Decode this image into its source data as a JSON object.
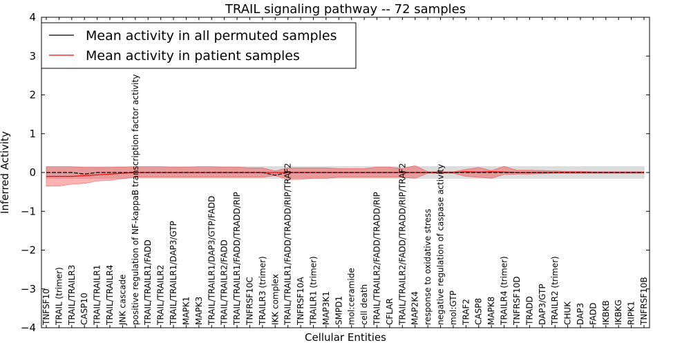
{
  "chart_data": {
    "type": "line",
    "title": "TRAIL signaling pathway -- 72 samples",
    "xlabel": "Cellular Entities",
    "ylabel": "Inferred Activity",
    "ylim": [
      -4,
      4
    ],
    "yticks": [
      "−4",
      "−3",
      "−2",
      "−1",
      "0",
      "1",
      "2",
      "3",
      "4"
    ],
    "ytick_values": [
      -4,
      -3,
      -2,
      -1,
      0,
      1,
      2,
      3,
      4
    ],
    "grid": false,
    "legend_position": "top-left",
    "categories": [
      "TNFSF10",
      "TRAIL (trimer)",
      "TRAIL/TRAILR3",
      "CASP10",
      "TRAIL/TRAILR1",
      "TRAIL/TRAILR4",
      "JNK cascade",
      "positive regulation of NF-kappaB transcription factor activity",
      "TRAIL/TRAILR1/FADD",
      "TRAIL/TRAILR2",
      "TRAIL/TRAILR1/DAP3/GTP",
      "MAPK1",
      "MAPK3",
      "TRAIL/TRAILR1/DAP3/GTP/FADD",
      "TRAIL/TRAILR2/FADD",
      "TRAIL/TRAILR1/FADD/TRADD/RIP",
      "TNFRSF10C",
      "TRAILR3 (trimer)",
      "IKK complex",
      "TRAIL/TRAILR1/FADD/TRADD/RIP/TRAF2",
      "TNFRSF10A",
      "TRAILR1 (trimer)",
      "MAP3K1",
      "SMPD1",
      "mol:ceramide",
      "cell death",
      "TRAIL/TRAILR2/FADD/TRADD/RIP",
      "CFLAR",
      "TRAIL/TRAILR2/FADD/TRADD/RIP/TRAF2",
      "MAP2K4",
      "response to oxidative stress",
      "negative regulation of caspase activity",
      "mol:GTP",
      "TRAF2",
      "CASP8",
      "MAPK8",
      "TRAILR4 (trimer)",
      "TNFRSF10D",
      "TRADD",
      "DAP3/GTP",
      "TRAILR2 (trimer)",
      "CHUK",
      "DAP3",
      "FADD",
      "IKBKB",
      "IKBKG",
      "RIPK1",
      "TNFRSF10B"
    ],
    "series": [
      {
        "name": "Mean activity in all permuted samples",
        "color": "#000000",
        "values": [
          0.0,
          0.0,
          0.0,
          -0.04,
          0.0,
          0.0,
          0.0,
          0.0,
          0.0,
          0.0,
          0.0,
          0.0,
          0.0,
          0.0,
          0.0,
          0.0,
          0.0,
          0.0,
          -0.07,
          0.0,
          0.0,
          0.0,
          0.0,
          0.0,
          0.0,
          0.0,
          0.0,
          0.0,
          0.0,
          0.0,
          0.0,
          0.0,
          0.0,
          0.0,
          0.0,
          0.0,
          0.0,
          0.0,
          0.0,
          0.0,
          0.0,
          0.0,
          0.0,
          0.0,
          0.0,
          0.0,
          0.0,
          0.0
        ],
        "band_upper": [
          0.15,
          0.15,
          0.15,
          0.15,
          0.15,
          0.15,
          0.15,
          0.15,
          0.15,
          0.15,
          0.15,
          0.15,
          0.15,
          0.15,
          0.15,
          0.15,
          0.15,
          0.15,
          0.15,
          0.15,
          0.15,
          0.15,
          0.15,
          0.15,
          0.15,
          0.15,
          0.15,
          0.15,
          0.15,
          0.15,
          0.15,
          0.15,
          0.15,
          0.15,
          0.15,
          0.15,
          0.15,
          0.15,
          0.15,
          0.15,
          0.15,
          0.15,
          0.15,
          0.15,
          0.15,
          0.15,
          0.15,
          0.15
        ],
        "band_lower": [
          -0.15,
          -0.15,
          -0.15,
          -0.15,
          -0.15,
          -0.15,
          -0.15,
          -0.15,
          -0.15,
          -0.15,
          -0.15,
          -0.15,
          -0.15,
          -0.15,
          -0.15,
          -0.15,
          -0.15,
          -0.15,
          -0.15,
          -0.15,
          -0.15,
          -0.15,
          -0.15,
          -0.15,
          -0.15,
          -0.15,
          -0.15,
          -0.15,
          -0.15,
          -0.15,
          -0.15,
          -0.15,
          -0.15,
          -0.15,
          -0.15,
          -0.15,
          -0.15,
          -0.15,
          -0.15,
          -0.15,
          -0.15,
          -0.15,
          -0.15,
          -0.15,
          -0.15,
          -0.15,
          -0.15,
          -0.15
        ],
        "band_color": "#bbbbbb"
      },
      {
        "name": "Mean activity in patient samples",
        "color": "#ff0000",
        "values": [
          -0.1,
          -0.1,
          -0.1,
          -0.08,
          -0.06,
          -0.04,
          -0.02,
          0.0,
          0.0,
          0.0,
          0.0,
          0.0,
          0.0,
          0.0,
          0.0,
          0.0,
          0.0,
          0.0,
          0.0,
          0.0,
          0.0,
          0.0,
          0.0,
          0.0,
          0.0,
          0.0,
          0.0,
          0.0,
          0.0,
          0.0,
          0.0,
          0.0,
          0.0,
          0.02,
          0.01,
          0.02,
          0.01,
          0.0,
          0.0,
          0.0,
          0.0,
          0.0,
          0.0,
          0.0,
          0.0,
          0.0,
          0.0,
          0.0
        ],
        "band_upper": [
          0.15,
          0.15,
          0.15,
          0.13,
          0.13,
          0.13,
          0.14,
          0.15,
          0.15,
          0.15,
          0.14,
          0.14,
          0.15,
          0.15,
          0.14,
          0.14,
          0.12,
          0.12,
          0.04,
          0.12,
          0.12,
          0.12,
          0.12,
          0.1,
          0.1,
          0.1,
          0.14,
          0.14,
          0.1,
          0.18,
          0.02,
          0.02,
          0.02,
          0.08,
          0.13,
          0.05,
          0.16,
          0.06,
          0.06,
          0.05,
          0.04,
          0.03,
          0.03,
          0.02,
          0.02,
          0.02,
          0.02,
          0.02
        ],
        "band_lower": [
          -0.35,
          -0.35,
          -0.3,
          -0.28,
          -0.22,
          -0.2,
          -0.16,
          -0.12,
          -0.12,
          -0.12,
          -0.12,
          -0.12,
          -0.12,
          -0.12,
          -0.12,
          -0.12,
          -0.12,
          -0.12,
          -0.08,
          -0.18,
          -0.18,
          -0.15,
          -0.15,
          -0.12,
          -0.12,
          -0.12,
          -0.12,
          -0.12,
          -0.12,
          -0.15,
          -0.02,
          -0.02,
          -0.02,
          -0.1,
          -0.12,
          -0.15,
          -0.05,
          -0.04,
          -0.04,
          -0.03,
          -0.02,
          -0.02,
          -0.02,
          -0.02,
          -0.02,
          -0.02,
          -0.02,
          -0.02
        ],
        "band_color": "#ff0000"
      }
    ]
  }
}
